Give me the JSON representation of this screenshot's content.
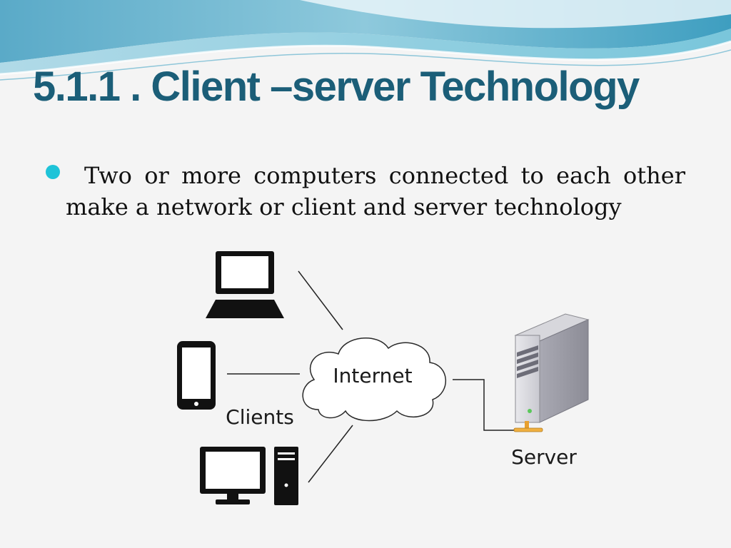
{
  "slide": {
    "title": "5.1.1 . Client –server Technology",
    "bullet": "Two or more computers connected  to each other make a network or client and server technology"
  },
  "diagram": {
    "cloud_label": "Internet",
    "clients_label": "Clients",
    "server_label": "Server",
    "icons": [
      "laptop-icon",
      "smartphone-icon",
      "desktop-monitor-icon",
      "tower-pc-icon",
      "server-tower-icon",
      "cloud-icon"
    ]
  },
  "colors": {
    "title": "#1b5e78",
    "bullet_dot": "#1ec3d8",
    "background": "#f4f4f4"
  }
}
